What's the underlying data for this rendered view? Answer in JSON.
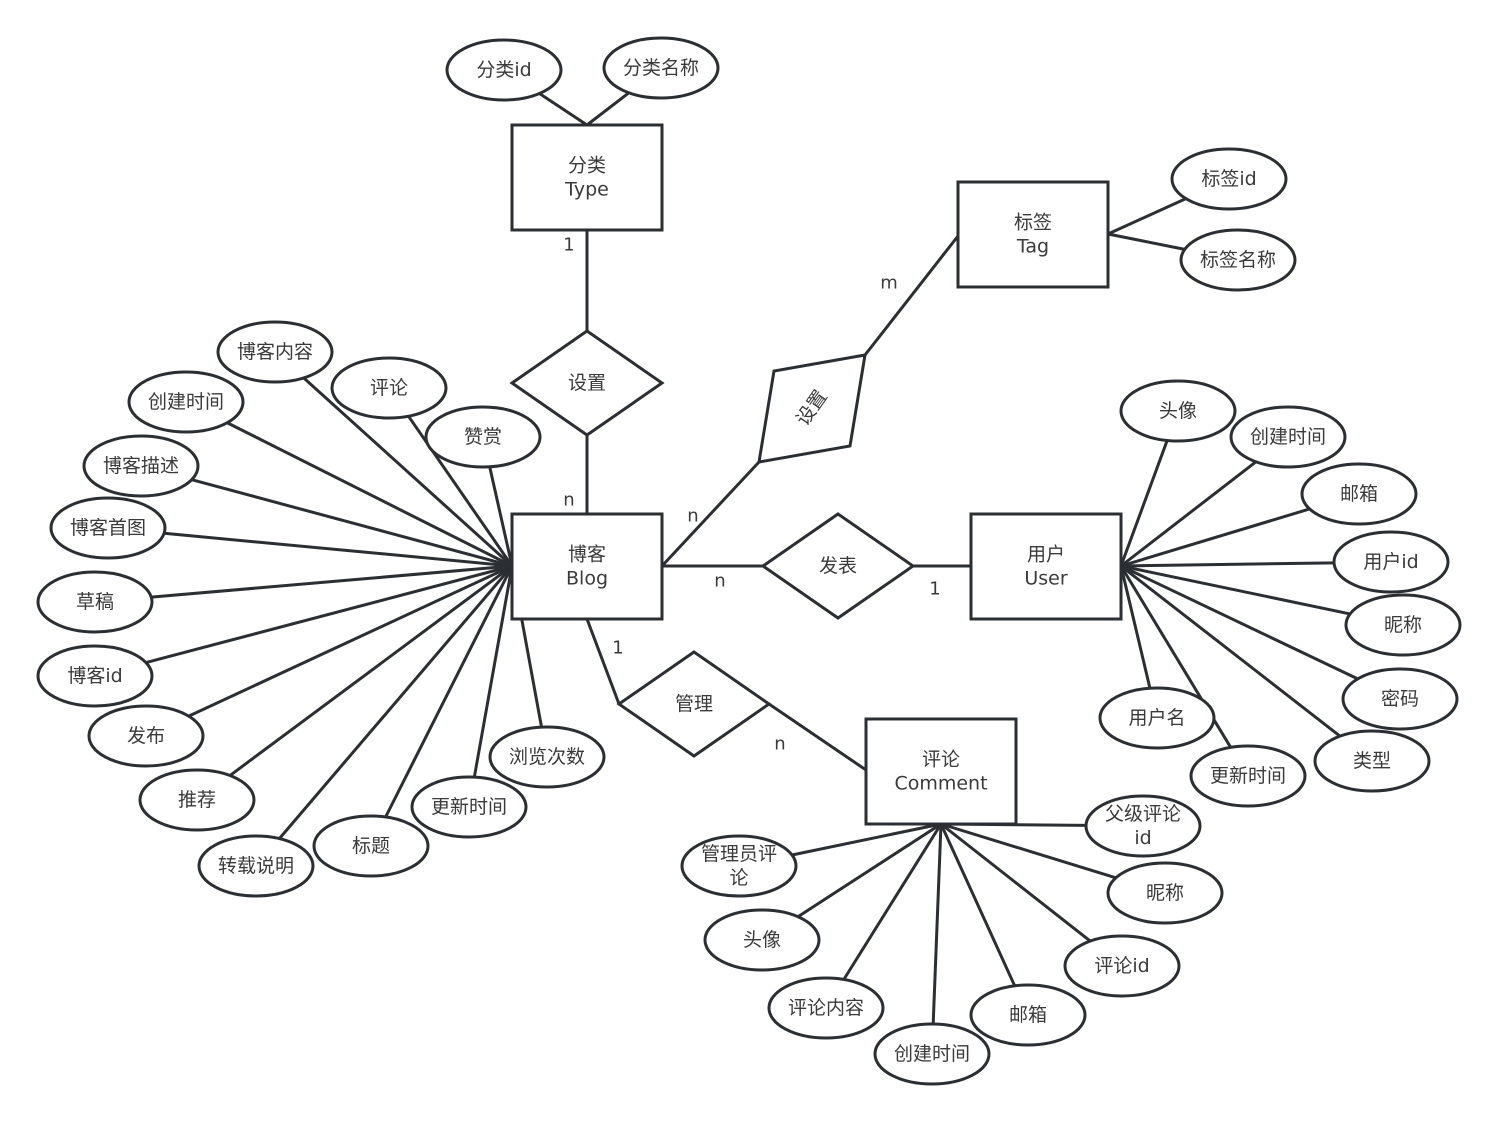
{
  "diagram": {
    "type": "entity-relationship",
    "colors": {
      "stroke": "#2b2f33",
      "text": "#3a3a3a",
      "background": "#ffffff"
    },
    "entities": {
      "type": {
        "line1": "分类",
        "line2": "Type"
      },
      "tag": {
        "line1": "标签",
        "line2": "Tag"
      },
      "blog": {
        "line1": "博客",
        "line2": "Blog"
      },
      "user": {
        "line1": "用户",
        "line2": "User"
      },
      "comment": {
        "line1": "评论",
        "line2": "Comment"
      }
    },
    "relationships": {
      "type_blog": "设置",
      "blog_tag": "设置",
      "blog_user": "发表",
      "blog_comment": "管理"
    },
    "cardinalities": {
      "type_side": "1",
      "blog_type_side": "n",
      "blog_tag_side": "n",
      "tag_side": "m",
      "blog_user_side": "n",
      "user_side": "1",
      "blog_comment_side": "1",
      "comment_side": "n"
    },
    "attributes": {
      "type": [
        "分类id",
        "分类名称"
      ],
      "tag": [
        "标签id",
        "标签名称"
      ],
      "blog": [
        "博客内容",
        "创建时间",
        "评论",
        "赞赏",
        "博客描述",
        "博客首图",
        "草稿",
        "博客id",
        "发布",
        "推荐",
        "转载说明",
        "标题",
        "更新时间",
        "浏览次数"
      ],
      "user": [
        "头像",
        "创建时间",
        "邮箱",
        "用户id",
        "昵称",
        "密码",
        "类型",
        "用户名",
        "更新时间"
      ],
      "comment": [
        "父级评论id",
        "管理员评论",
        "昵称",
        "头像",
        "评论id",
        "评论内容",
        "邮箱",
        "创建时间"
      ]
    }
  }
}
